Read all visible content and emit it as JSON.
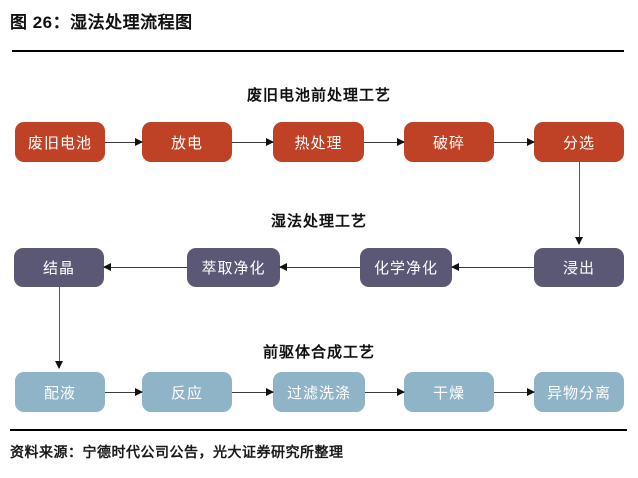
{
  "title": "图 26：湿法处理流程图",
  "source": "资料来源：宁德时代公司公告，光大证券研究所整理",
  "colors": {
    "pretreatment_stage": "#bf4226",
    "wet_process_stage": "#5b5876",
    "precursor_stage": "#90b4c7",
    "arrow": "#111111",
    "rule": "#000000"
  },
  "flow": {
    "rows": [
      {
        "label": "废旧电池前处理工艺",
        "direction": "right",
        "boxes": [
          "废旧电池",
          "放电",
          "热处理",
          "破碎",
          "分选"
        ]
      },
      {
        "label": "湿法处理工艺",
        "direction": "left",
        "boxes": [
          "结晶",
          "萃取净化",
          "化学净化",
          "浸出"
        ]
      },
      {
        "label": "前驱体合成工艺",
        "direction": "right",
        "boxes": [
          "配液",
          "反应",
          "过滤洗涤",
          "干燥",
          "异物分离"
        ]
      }
    ],
    "connectors": [
      {
        "from": "分选",
        "to": "浸出"
      },
      {
        "from": "结晶",
        "to": "配液"
      }
    ]
  }
}
